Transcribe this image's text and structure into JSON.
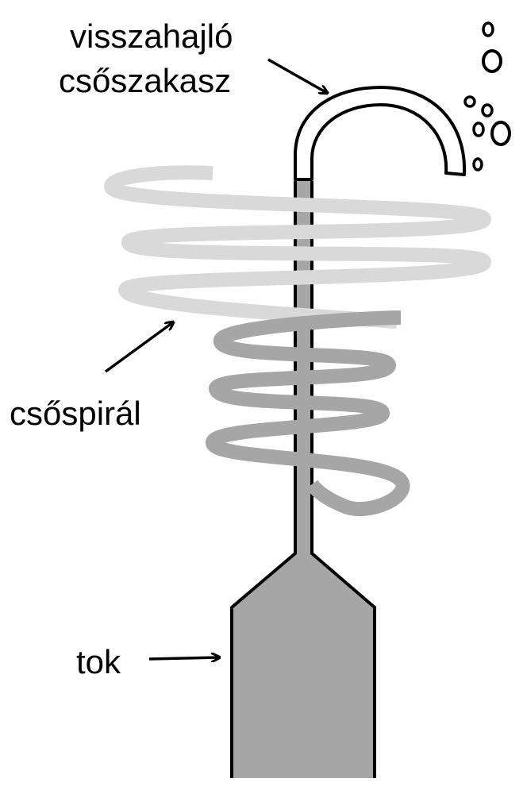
{
  "labels": {
    "bent_section_line1": "visszahajló",
    "bent_section_line2": "csőszakasz",
    "coil": "csőspirál",
    "housing": "tok"
  },
  "colors": {
    "housing_fill": "#a6a6a6",
    "stem_fill": "#a6a6a6",
    "coil_light": "#d9d9d9",
    "coil_dark": "#a6a6a6",
    "outline": "#000000",
    "bent_pipe_fill": "#ffffff"
  },
  "icons": {
    "bubble": "bubble-icon",
    "arrow": "arrow-icon"
  }
}
